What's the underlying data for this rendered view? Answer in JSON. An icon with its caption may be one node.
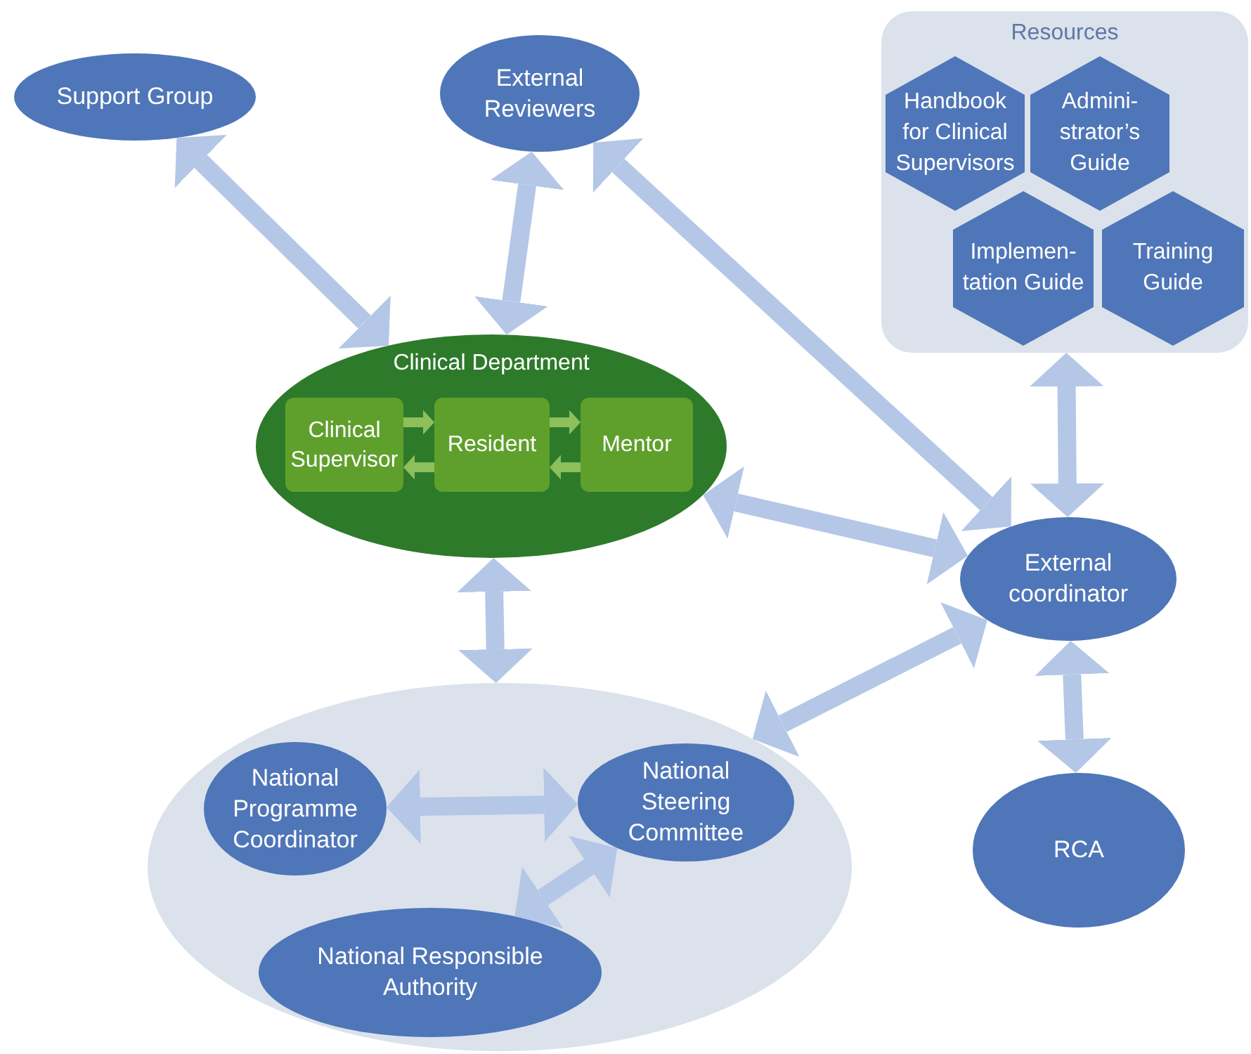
{
  "diagram": {
    "nodes": [
      {
        "text": [
          "Support Group"
        ]
      },
      {
        "text": [
          "External Reviewers"
        ]
      },
      {
        "text": [
          "Clinical Department"
        ]
      },
      {
        "text": [
          "Clinical Supervisor"
        ],
        "in": 2
      },
      {
        "text": [
          "Resident"
        ],
        "in": 2
      },
      {
        "text": [
          "Mentor"
        ],
        "in": 2
      },
      {
        "text": [
          "Resources"
        ]
      },
      {
        "text": [
          "Handbook for Clinical Supervisors"
        ],
        "in": 6
      },
      {
        "text": [
          "Admini- strator’s Guide"
        ],
        "in": 6
      },
      {
        "text": [
          "Implemen- tation Guide"
        ],
        "in": 6
      },
      {
        "text": [
          "Training Guide"
        ],
        "in": 6
      },
      {
        "text": [
          "External coordinator"
        ]
      },
      {
        "text": [],
        "shape": "ellipse"
      },
      {
        "text": [
          "National Programme Coordinator"
        ],
        "in": 12
      },
      {
        "text": [
          "National Steering Committee"
        ],
        "in": 12
      },
      {
        "text": [
          "National Responsible Authority"
        ],
        "in": 12
      },
      {
        "text": [
          "RCA"
        ]
      }
    ],
    "edges": [
      {
        "from": 0,
        "to": 2,
        "arrow": "both"
      },
      {
        "from": 1,
        "to": 2,
        "arrow": "both"
      },
      {
        "from": 1,
        "to": 11,
        "arrow": "both"
      },
      {
        "from": 2,
        "to": 11,
        "arrow": "both"
      },
      {
        "from": 6,
        "to": 11,
        "arrow": "both"
      },
      {
        "from": 2,
        "to": 12,
        "arrow": "both"
      },
      {
        "from": 11,
        "to": 12,
        "arrow": "both"
      },
      {
        "from": 11,
        "to": 16,
        "arrow": "both"
      },
      {
        "from": 13,
        "to": 14,
        "arrow": "both"
      },
      {
        "from": 14,
        "to": 15,
        "arrow": "both"
      },
      {
        "from": 3,
        "to": 4,
        "arrow": "to",
        "color": "#8dbf5a"
      },
      {
        "from": 4,
        "to": 3,
        "arrow": "to",
        "color": "#8dbf5a"
      },
      {
        "from": 4,
        "to": 5,
        "arrow": "to",
        "color": "#8dbf5a"
      },
      {
        "from": 5,
        "to": 4,
        "arrow": "to",
        "color": "#8dbf5a"
      }
    ]
  }
}
